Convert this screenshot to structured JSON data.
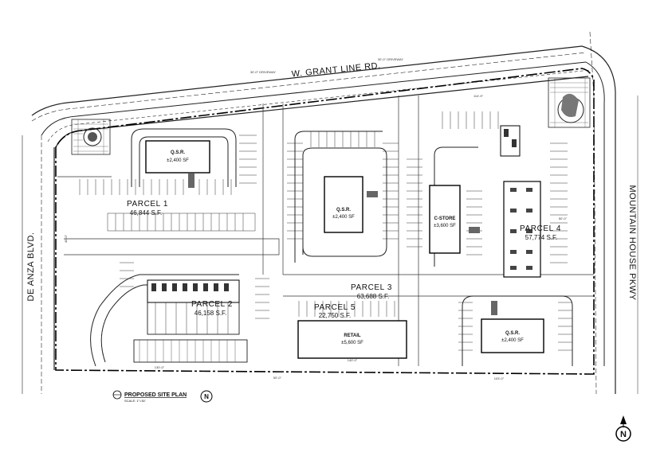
{
  "streets": {
    "north": "W. GRANT LINE RD.",
    "west": "DE ANZA BLVD.",
    "east": "MOUNTAIN HOUSE PKWY"
  },
  "parcels": [
    {
      "name": "PARCEL 1",
      "area": "46,844 S.F."
    },
    {
      "name": "PARCEL 2",
      "area": "46,158 S.F."
    },
    {
      "name": "PARCEL 3",
      "area": "63,688 S.F."
    },
    {
      "name": "PARCEL 4",
      "area": "57,774 S.F."
    },
    {
      "name": "PARCEL 5",
      "area": "22,750 S.F."
    }
  ],
  "buildings": [
    {
      "type": "Q.S.R.",
      "area": "±2,400 SF"
    },
    {
      "type": "Q.S.R.",
      "area": "±2,400 SF"
    },
    {
      "type": "C-STORE",
      "area": "±3,600 SF"
    },
    {
      "type": "RETAIL",
      "area": "±5,600 SF"
    },
    {
      "type": "Q.S.R.",
      "area": "±2,400 SF"
    }
  ],
  "title_block": {
    "title": "PROPOSED SITE PLAN",
    "scale": "SCALE: 1\"=30'",
    "north_letter": "N"
  },
  "north_arrow": {
    "letter": "N"
  },
  "dims": {
    "top_left": "30'-0\" DRIVEWAY",
    "top_right": "30'-0\" DRIVEWAY",
    "row_right": "114'-9\"",
    "left_side": "40'-0\"",
    "bottom_left": "130'-0\"",
    "bottom_mid": "140'-0\"",
    "bottom_right": "103'-0\"",
    "bottom_dim": "50'-0\"",
    "east_dim": "50'-0\""
  }
}
